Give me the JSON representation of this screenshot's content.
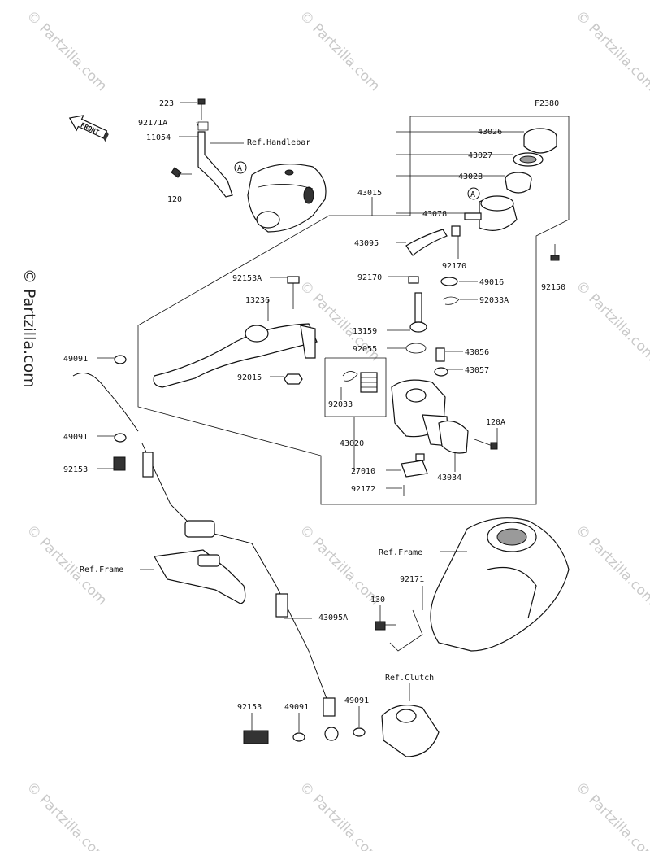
{
  "diagram_code": "F2380",
  "front_label": "FRONT",
  "watermark": "© Partzilla.com",
  "callout_letter": "A",
  "references": {
    "handlebar": "Ref.Handlebar",
    "frame_left": "Ref.Frame",
    "frame_right": "Ref.Frame",
    "clutch": "Ref.Clutch"
  },
  "parts": {
    "p223": "223",
    "p92171A": "92171A",
    "p11054": "11054",
    "p120": "120",
    "p43015": "43015",
    "p43026": "43026",
    "p43027": "43027",
    "p43028": "43028",
    "p43078": "43078",
    "p43095": "43095",
    "p92170a": "92170",
    "p92170b": "92170",
    "p92150": "92150",
    "p92153A": "92153A",
    "p13236": "13236",
    "p49016": "49016",
    "p92033A": "92033A",
    "p13159": "13159",
    "p92055": "92055",
    "p43056": "43056",
    "p49091a": "49091",
    "p92015": "92015",
    "p43057": "43057",
    "p92033": "92033",
    "p49091b": "49091",
    "p120A": "120A",
    "p43020": "43020",
    "p92153a": "92153",
    "p27010": "27010",
    "p43034": "43034",
    "p92172": "92172",
    "p92171": "92171",
    "p130": "130",
    "p43095A": "43095A",
    "p92153b": "92153",
    "p49091c": "49091",
    "p49091d": "49091"
  }
}
